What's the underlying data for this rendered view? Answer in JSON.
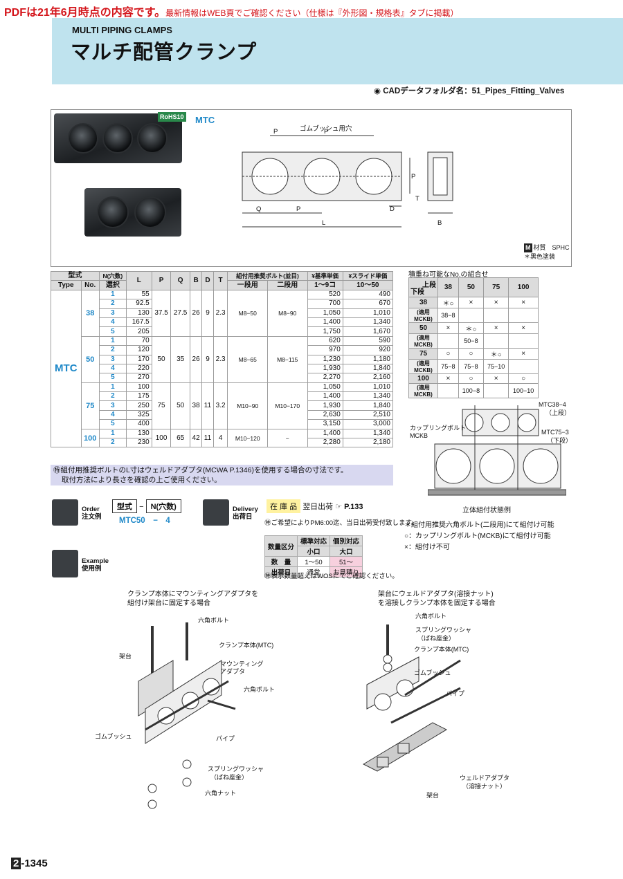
{
  "notice": {
    "big": "PDFは21年6月時点の内容です。",
    "small": "最新情報はWEB頁でご確認ください（仕様は『外形図・規格表』タブに掲載）"
  },
  "header": {
    "subtitle": "MULTI PIPING CLAMPS",
    "title": "マルチ配管クランプ"
  },
  "cad": "◉ CADデータフォルダ名：51_Pipes_Fitting_Valves",
  "badge": "RoHS10",
  "model": "MTC",
  "drawing": {
    "bush_hole": "ゴムブッシュ用穴",
    "P": "P",
    "Q": "Q",
    "L": "L",
    "D": "D",
    "B": "B",
    "T": "T"
  },
  "material": {
    "m": "M",
    "label": "材質　SPHC",
    "finish": "＊黒色塗装"
  },
  "spec": {
    "h": {
      "katashiki": "型式",
      "type": "Type",
      "no": "No.",
      "n1": "N(穴数)",
      "n2": "選択",
      "L": "L",
      "P": "P",
      "Q": "Q",
      "B": "B",
      "D": "D",
      "T": "T",
      "bolt": "組付用推奨ボルト(並目)",
      "b1": "一段用",
      "b2": "二段用",
      "p1": "¥基準単価",
      "p2": "1～9コ",
      "s1": "¥スライド単価",
      "s2": "10～50"
    },
    "type": "MTC",
    "groups": [
      {
        "size": "38",
        "P": "37.5",
        "Q": "27.5",
        "B": "26",
        "D": "9",
        "T": "2.3",
        "b1": "M8−50",
        "b2": "M8−90",
        "rows": [
          [
            "1",
            "55",
            "520",
            "490"
          ],
          [
            "2",
            "92.5",
            "700",
            "670"
          ],
          [
            "3",
            "130",
            "1,050",
            "1,010"
          ],
          [
            "4",
            "167.5",
            "1,400",
            "1,340"
          ],
          [
            "5",
            "205",
            "1,750",
            "1,670"
          ]
        ]
      },
      {
        "size": "50",
        "P": "50",
        "Q": "35",
        "B": "26",
        "D": "9",
        "T": "2.3",
        "b1": "M8−65",
        "b2": "M8−115",
        "rows": [
          [
            "1",
            "70",
            "620",
            "590"
          ],
          [
            "2",
            "120",
            "970",
            "920"
          ],
          [
            "3",
            "170",
            "1,230",
            "1,180"
          ],
          [
            "4",
            "220",
            "1,930",
            "1,840"
          ],
          [
            "5",
            "270",
            "2,270",
            "2,160"
          ]
        ]
      },
      {
        "size": "75",
        "P": "75",
        "Q": "50",
        "B": "38",
        "D": "11",
        "T": "3.2",
        "b1": "M10−90",
        "b2": "M10−170",
        "rows": [
          [
            "1",
            "100",
            "1,050",
            "1,010"
          ],
          [
            "2",
            "175",
            "1,400",
            "1,340"
          ],
          [
            "3",
            "250",
            "1,930",
            "1,840"
          ],
          [
            "4",
            "325",
            "2,630",
            "2,510"
          ],
          [
            "5",
            "400",
            "3,150",
            "3,000"
          ]
        ]
      },
      {
        "size": "100",
        "P": "100",
        "Q": "65",
        "B": "42",
        "D": "11",
        "T": "4",
        "b1": "M10−120",
        "b2": "−",
        "rows": [
          [
            "1",
            "130",
            "1,400",
            "1,340"
          ],
          [
            "2",
            "230",
            "2,280",
            "2,180"
          ]
        ]
      }
    ],
    "note1": "㊕組付用推奨ボルトのL寸はウェルドアダプタ(MCWA P.1346)を使用する場合の寸法です。",
    "note2": "取付方法により長さを確認の上ご使用ください。"
  },
  "stack": {
    "heading": "積重ね可能なNo.の組合せ",
    "upper": "上段",
    "lower": "下段",
    "cols": [
      "38",
      "50",
      "75",
      "100"
    ],
    "rows": [
      {
        "h": "38",
        "v": [
          "＊○",
          "×",
          "×",
          "×"
        ],
        "s": "(適用MCKB)",
        "m": [
          "38−8",
          "",
          "",
          ""
        ]
      },
      {
        "h": "50",
        "v": [
          "×",
          "＊○",
          "×",
          "×"
        ],
        "s": "(適用MCKB)",
        "m": [
          "",
          "50−8",
          "",
          ""
        ]
      },
      {
        "h": "75",
        "v": [
          "○",
          "○",
          "＊○",
          "×"
        ],
        "s": "(適用MCKB)",
        "m": [
          "75−8",
          "75−8",
          "75−10",
          ""
        ]
      },
      {
        "h": "100",
        "v": [
          "×",
          "○",
          "×",
          "○"
        ],
        "s": "(適用MCKB)",
        "m": [
          "",
          "100−8",
          "",
          "100−10"
        ]
      }
    ]
  },
  "stackfig": {
    "a": "MTC38−4",
    "a2": "（上段）",
    "b": "MTC75−3",
    "b2": "（下段）",
    "c": "カップリングボルト",
    "c2": "MCKB",
    "cap": "立体組付状態例"
  },
  "legend": [
    "＊組付用推奨六角ボルト(二段用)にて組付け可能",
    "○：カップリングボルト(MCKB)にて組付け可能",
    "×：組付け不可"
  ],
  "order": {
    "en": "Order",
    "jp": "注文例",
    "f1": "型式",
    "dash": "−",
    "f2": "N(穴数)",
    "ex1": "MTC50",
    "ex2": "4"
  },
  "delivery": {
    "en": "Delivery",
    "jp": "出荷日",
    "stock": "在 庫 品",
    "ship": "翌日出荷",
    "page": "☞ P.133",
    "note": "㊕ご希望によりPM6:00迄、当日出荷受付致します。"
  },
  "qty": {
    "h1": "数量区分",
    "h2": "標準対応",
    "h3": "個別対応",
    "s2": "小口",
    "s3": "大口",
    "r1": "数　量",
    "r1a": "1〜50",
    "r1b": "51〜",
    "r2": "出荷日",
    "r2a": "通常",
    "r2b": "お見積り",
    "note": "㊕表示数量超えはWOSにてご確認ください。"
  },
  "example": {
    "en": "Example",
    "jp": "使用例"
  },
  "fig1": {
    "cap1": "クランプ本体にマウンティングアダプタを",
    "cap2": "組付け架台に固定する場合",
    "hexbolt": "六角ボルト",
    "body": "クランプ本体(MTC)",
    "mount1": "マウンティング",
    "mount2": "アダプタ",
    "base": "架台",
    "hexbolt2": "六角ボルト",
    "bush": "ゴムブッシュ",
    "pipe": "パイプ",
    "washer1": "スプリングワッシャ",
    "washer2": "（ばね座金）",
    "nut": "六角ナット"
  },
  "fig2": {
    "cap1": "架台にウェルドアダプタ(溶接ナット)",
    "cap2": "を溶接しクランプ本体を固定する場合",
    "hexbolt": "六角ボルト",
    "washer1": "スプリングワッシャ",
    "washer2": "（ばね座金）",
    "body": "クランプ本体(MTC)",
    "bush": "ゴムブッシュ",
    "pipe": "パイプ",
    "weld1": "ウェルドアダプタ",
    "weld2": "（溶接ナット）",
    "base": "架台"
  },
  "page": {
    "b": "2",
    "n": "-1345"
  }
}
